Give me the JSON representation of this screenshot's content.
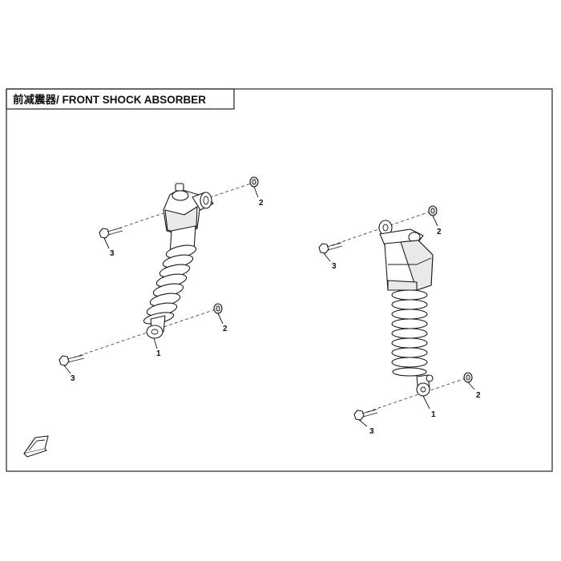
{
  "diagram": {
    "title": "前减震器/ FRONT SHOCK ABSORBER",
    "assemblies": [
      {
        "id": "left",
        "callouts": [
          {
            "label": "1",
            "part": "shock-absorber"
          },
          {
            "label": "2",
            "part": "nut-upper"
          },
          {
            "label": "2",
            "part": "nut-lower"
          },
          {
            "label": "3",
            "part": "bolt-upper"
          },
          {
            "label": "3",
            "part": "bolt-lower"
          }
        ]
      },
      {
        "id": "right",
        "callouts": [
          {
            "label": "1",
            "part": "shock-absorber"
          },
          {
            "label": "2",
            "part": "nut-upper"
          },
          {
            "label": "2",
            "part": "nut-lower"
          },
          {
            "label": "3",
            "part": "bolt-upper"
          },
          {
            "label": "3",
            "part": "bolt-lower"
          }
        ]
      }
    ],
    "icons": {
      "direction": "front-direction-arrow-icon"
    }
  }
}
